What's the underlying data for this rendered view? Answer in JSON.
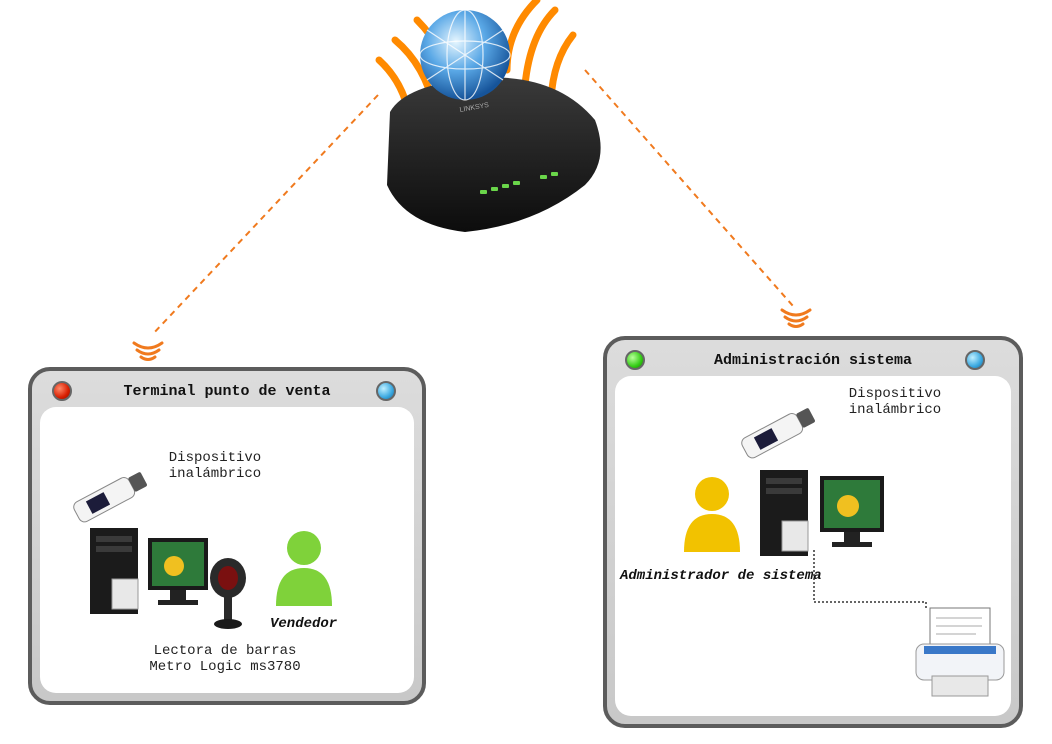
{
  "router": {
    "brand": "LINKSYS"
  },
  "terminal_panel": {
    "title": "Terminal punto de venta",
    "device_label_line1": "Dispositivo",
    "device_label_line2": "inalámbrico",
    "scanner_label_line1": "Lectora de barras",
    "scanner_label_line2": "Metro Logic ms3780",
    "user_label": "Vendedor",
    "left_dot_color": "red",
    "right_dot_color": "blue"
  },
  "admin_panel": {
    "title": "Administración sistema",
    "device_label_line1": "Dispositivo",
    "device_label_line2": "inalámbrico",
    "user_label": "Administrador de sistema",
    "left_dot_color": "green",
    "right_dot_color": "blue"
  },
  "colors": {
    "link_line": "#f07a1e",
    "panel_border": "#5c5c5c",
    "vendor_user": "#7fd23a",
    "admin_user": "#f2c200"
  }
}
